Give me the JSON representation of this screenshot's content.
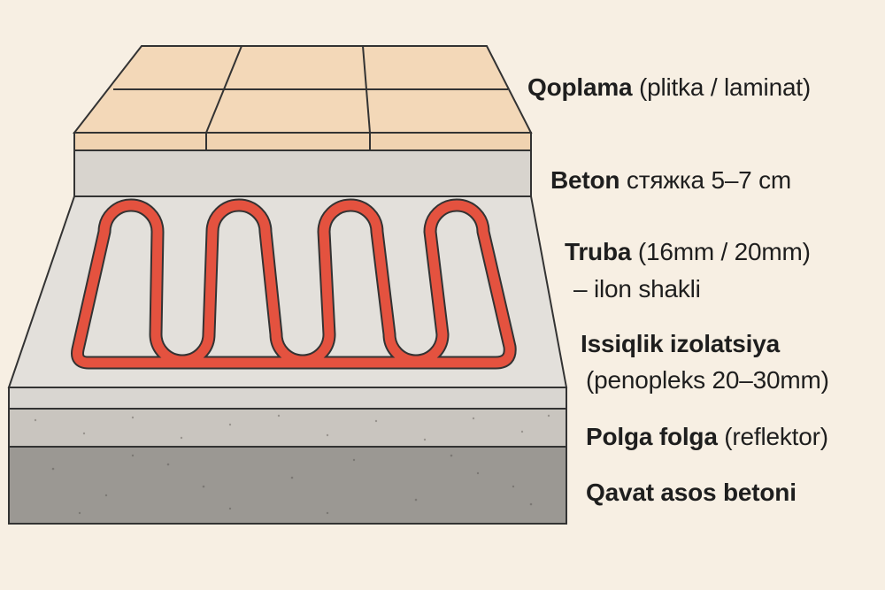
{
  "labels": {
    "tiles": {
      "bold": "Qoplama",
      "rest": " (plitka / laminat)"
    },
    "screed": {
      "bold": "Beton",
      "rest": " стяжка 5–7 cm"
    },
    "pipe": {
      "bold": "Truba",
      "rest": " (16mm / 20mm)",
      "line2": "– ilon shakli"
    },
    "insulation": {
      "bold": "Issiqlik izolatsiya",
      "line2": "(penopleks 20–30mm)"
    },
    "foil": {
      "bold": "Polga folga",
      "rest": " (reflektor)"
    },
    "base": {
      "bold": "Qavat asos betoni"
    }
  },
  "colors": {
    "background": "#f7efe3",
    "tile": "#f3d7b7",
    "screed": "#d9d5cf",
    "insulation": "#e2dfda",
    "foil": "#c7c3bd",
    "base": "#9a9792",
    "pipe": "#e4523f",
    "outline": "#333333"
  }
}
